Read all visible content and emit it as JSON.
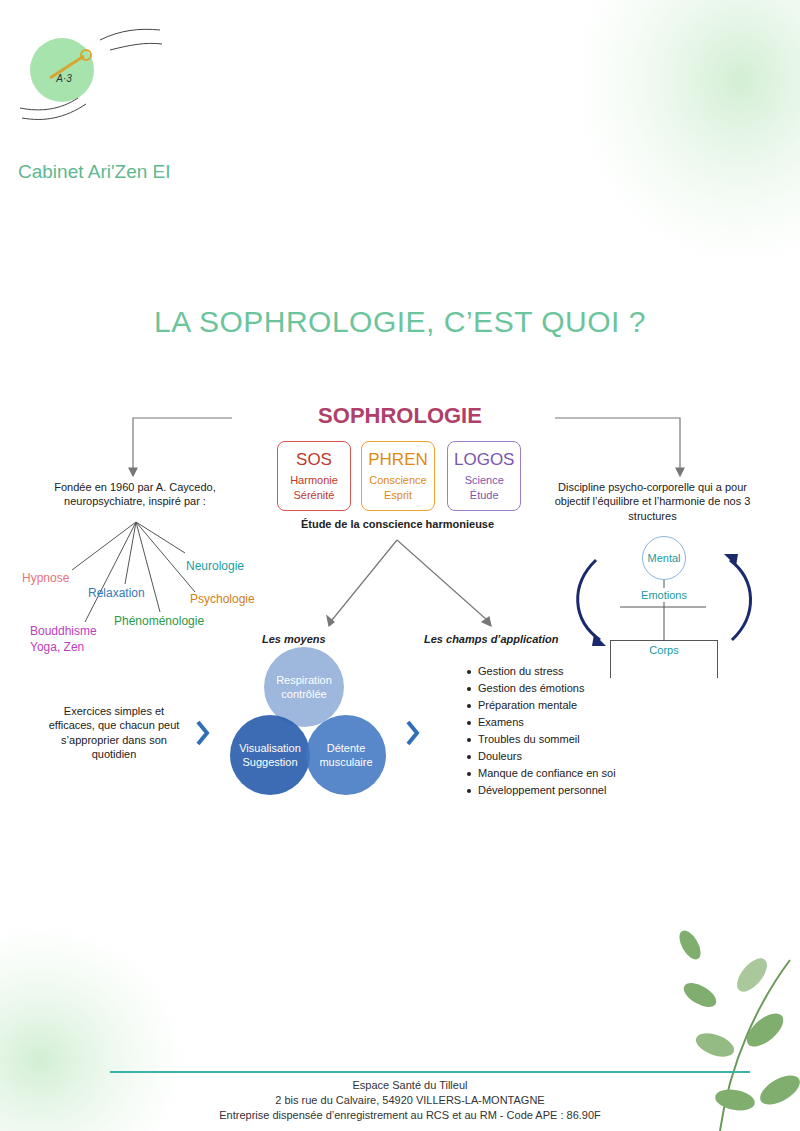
{
  "diagram": {
    "title": "LA SOPHROLOGIE, C’EST QUOI ?",
    "nodes": [
      {
        "text": [
          "SOS",
          "Harmonie Sérénité"
        ]
      },
      {
        "text": [
          "PHREN",
          "Conscience Esprit"
        ]
      },
      {
        "text": [
          "LOGOS",
          "Science Étude"
        ]
      },
      {
        "text": [
          "Mental"
        ]
      },
      {
        "text": [
          "Corps"
        ]
      },
      {
        "text": [
          "Respiration contrôlée"
        ]
      },
      {
        "text": [
          "Visualisation Suggestion"
        ]
      },
      {
        "text": [
          "Détente musculaire"
        ]
      }
    ],
    "edges": [
      {
        "from": 3,
        "to": 4,
        "label": "Emotions",
        "arrow": "none"
      }
    ],
    "labels": [
      "A·3",
      "Cabinet Ari'Zen EI",
      "SOPHROLOGIE",
      "Étude de la conscience harmonieuse",
      "Fondée en 1960 par A. Caycedo, neuropsychiatre, inspiré par :",
      "Hypnose",
      "Relaxation",
      "Bouddhisme Yoga, Zen",
      "Phénoménologie",
      "Psychologie",
      "Neurologie",
      "Discipline psycho-corporelle qui a pour objectif l’équilibre et l’harmonie de nos 3 structures",
      "Les moyens",
      "Les champs d’application",
      "Exercices simples et efficaces, que chacun peut s’approprier dans son quotidien",
      "Gestion du stress",
      "Gestion des émotions",
      "Préparation mentale",
      "Examens",
      "Troubles du sommeil",
      "Douleurs",
      "Manque de confiance en soi",
      "Développement personnel",
      "Espace Santé du Tilleul",
      "2 bis rue du Calvaire, 54920 VILLERS-LA-MONTAGNE",
      "Entreprise dispensée d’enregistrement au RCS et au RM - Code APE : 86.90F"
    ]
  }
}
